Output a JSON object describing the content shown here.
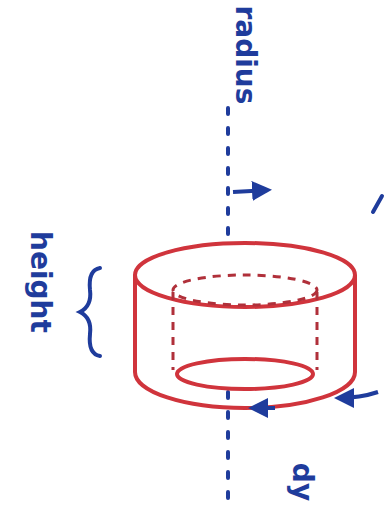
{
  "diagram": {
    "labels": [
      "radius",
      "height",
      "dy"
    ]
  }
}
